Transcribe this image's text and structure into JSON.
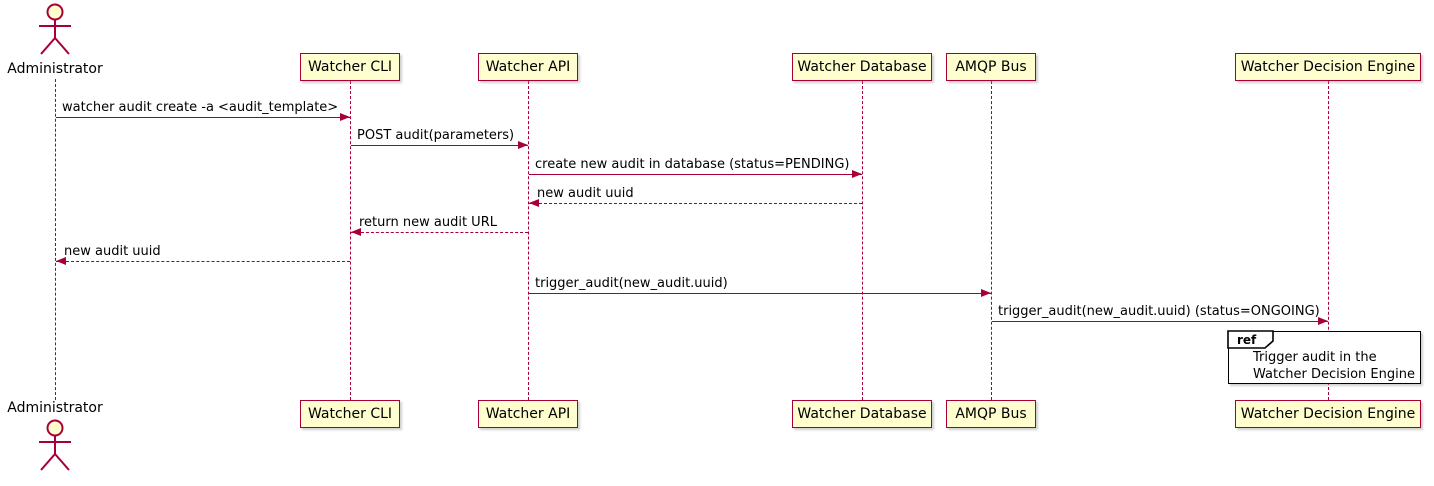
{
  "diagram": {
    "type": "sequence",
    "colors": {
      "participant_fill": "#FEFECE",
      "stroke": "#A80036",
      "text": "#000000",
      "frame_border": "#000000"
    },
    "actor": {
      "label": "Administrator"
    },
    "participants": [
      {
        "label": "Watcher CLI"
      },
      {
        "label": "Watcher API"
      },
      {
        "label": "Watcher Database"
      },
      {
        "label": "AMQP Bus"
      },
      {
        "label": "Watcher Decision Engine"
      }
    ],
    "messages": [
      {
        "from": "Administrator",
        "to": "Watcher CLI",
        "label": "watcher audit create -a <audit_template>",
        "line": "solid"
      },
      {
        "from": "Watcher CLI",
        "to": "Watcher API",
        "label": "POST audit(parameters)",
        "line": "solid"
      },
      {
        "from": "Watcher API",
        "to": "Watcher Database",
        "label": "create new audit in database (status=PENDING)",
        "line": "solid"
      },
      {
        "from": "Watcher Database",
        "to": "Watcher API",
        "label": "new audit uuid",
        "line": "dashed"
      },
      {
        "from": "Watcher API",
        "to": "Watcher CLI",
        "label": "return new audit URL",
        "line": "dashed"
      },
      {
        "from": "Watcher CLI",
        "to": "Administrator",
        "label": "new audit uuid",
        "line": "dashed"
      },
      {
        "from": "Watcher API",
        "to": "AMQP Bus",
        "label": "trigger_audit(new_audit.uuid)",
        "line": "solid"
      },
      {
        "from": "AMQP Bus",
        "to": "Watcher Decision Engine",
        "label": "trigger_audit(new_audit.uuid) (status=ONGOING)",
        "line": "solid"
      }
    ],
    "ref": {
      "tag": "ref",
      "line1": "Trigger audit in the",
      "line2": "Watcher Decision Engine"
    }
  }
}
